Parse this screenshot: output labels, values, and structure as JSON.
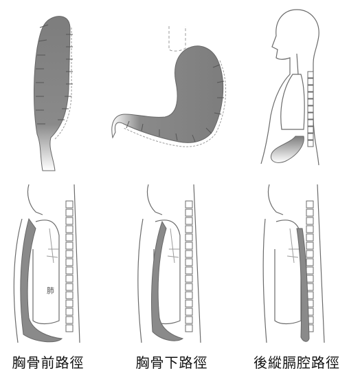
{
  "labels": {
    "lung": "肺"
  },
  "captions": [
    {
      "text": "胸骨前路徑"
    },
    {
      "text": "胸骨下路徑"
    },
    {
      "text": "後縱膈腔路徑"
    }
  ]
}
